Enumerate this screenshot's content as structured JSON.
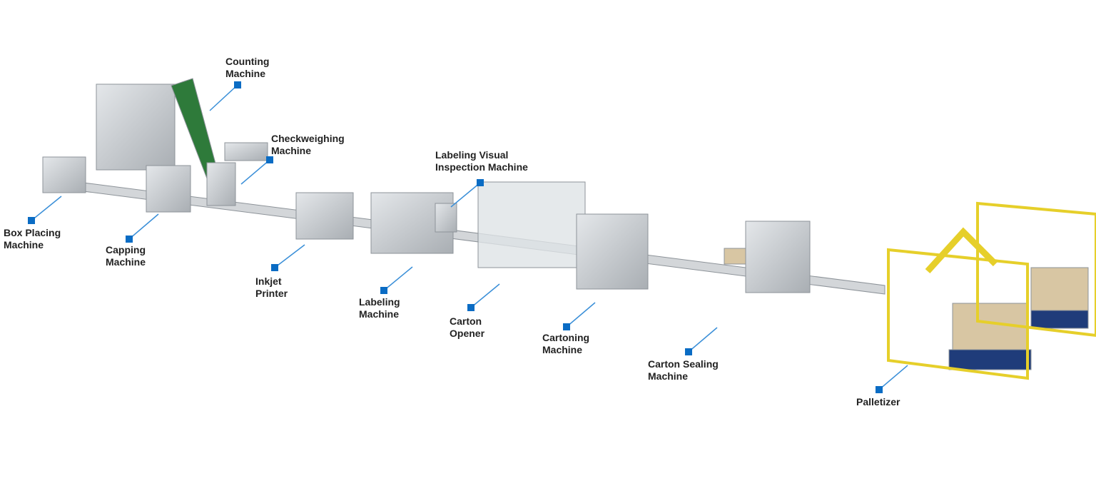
{
  "colors": {
    "marker": "#0a6cc4",
    "leader_line": "#3a8fd8",
    "machine": "#c9cdd1",
    "guard_fence": "#e6cf2a",
    "pallet": "#1f3c7a",
    "carton": "#d8c6a3",
    "belt": "#2e7a3a"
  },
  "labels": [
    {
      "id": "counting",
      "text": "Counting\nMachine"
    },
    {
      "id": "checkweighing",
      "text": "Checkweighing\nMachine"
    },
    {
      "id": "labeling-visual-inspection",
      "text": "Labeling Visual\nInspection Machine"
    },
    {
      "id": "box-placing",
      "text": "Box Placing\nMachine"
    },
    {
      "id": "capping",
      "text": "Capping\nMachine"
    },
    {
      "id": "inkjet-printer",
      "text": "Inkjet\nPrinter"
    },
    {
      "id": "labeling",
      "text": "Labeling\nMachine"
    },
    {
      "id": "carton-opener",
      "text": "Carton\nOpener"
    },
    {
      "id": "cartoning",
      "text": "Cartoning\nMachine"
    },
    {
      "id": "carton-sealing",
      "text": "Carton Sealing\nMachine"
    },
    {
      "id": "palletizer",
      "text": "Palletizer"
    }
  ]
}
